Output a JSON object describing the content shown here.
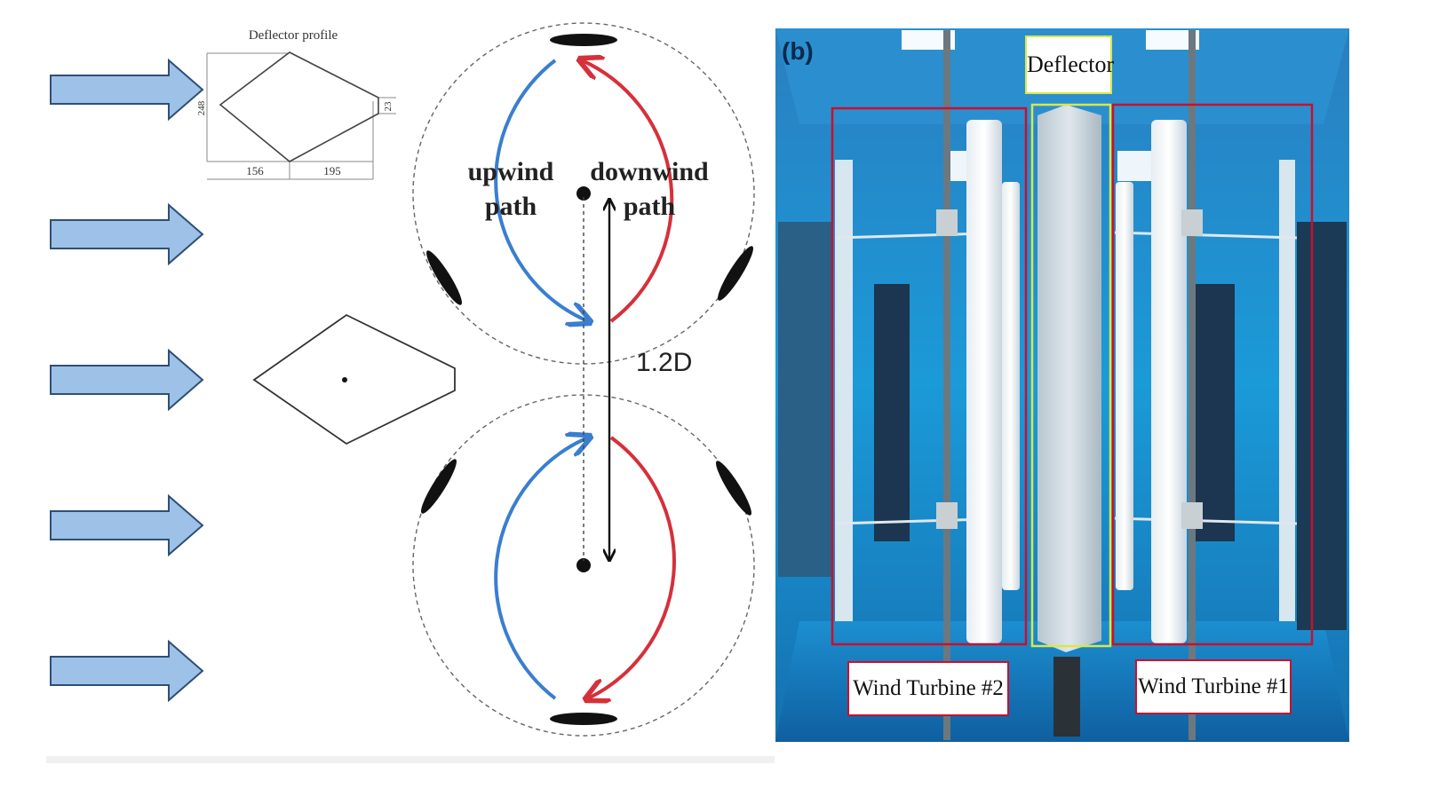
{
  "left_diagram": {
    "profile_title": "Deflector profile",
    "dims": {
      "height": "248",
      "tip": "23",
      "front_length": "156",
      "rear_length": "195"
    },
    "upwind_label_line1": "upwind",
    "upwind_label_line2": "path",
    "downwind_label_line1": "downwind",
    "downwind_label_line2": "path",
    "spacing_label": "1.2D",
    "colors": {
      "upwind": "#3a7ecf",
      "downwind": "#d6303a",
      "wind_arrow_fill": "#9ec1e8",
      "wind_arrow_stroke": "#2f4f75"
    }
  },
  "photo": {
    "panel_tag": "(b)",
    "deflector_label": "Deflector",
    "turbine_left_label": "Wind Turbine #2",
    "turbine_right_label": "Wind Turbine #1",
    "colors": {
      "box_red": "#c8102e",
      "box_yellow": "#d7e84a",
      "tunnel_blue": "#1f8fd0"
    }
  }
}
